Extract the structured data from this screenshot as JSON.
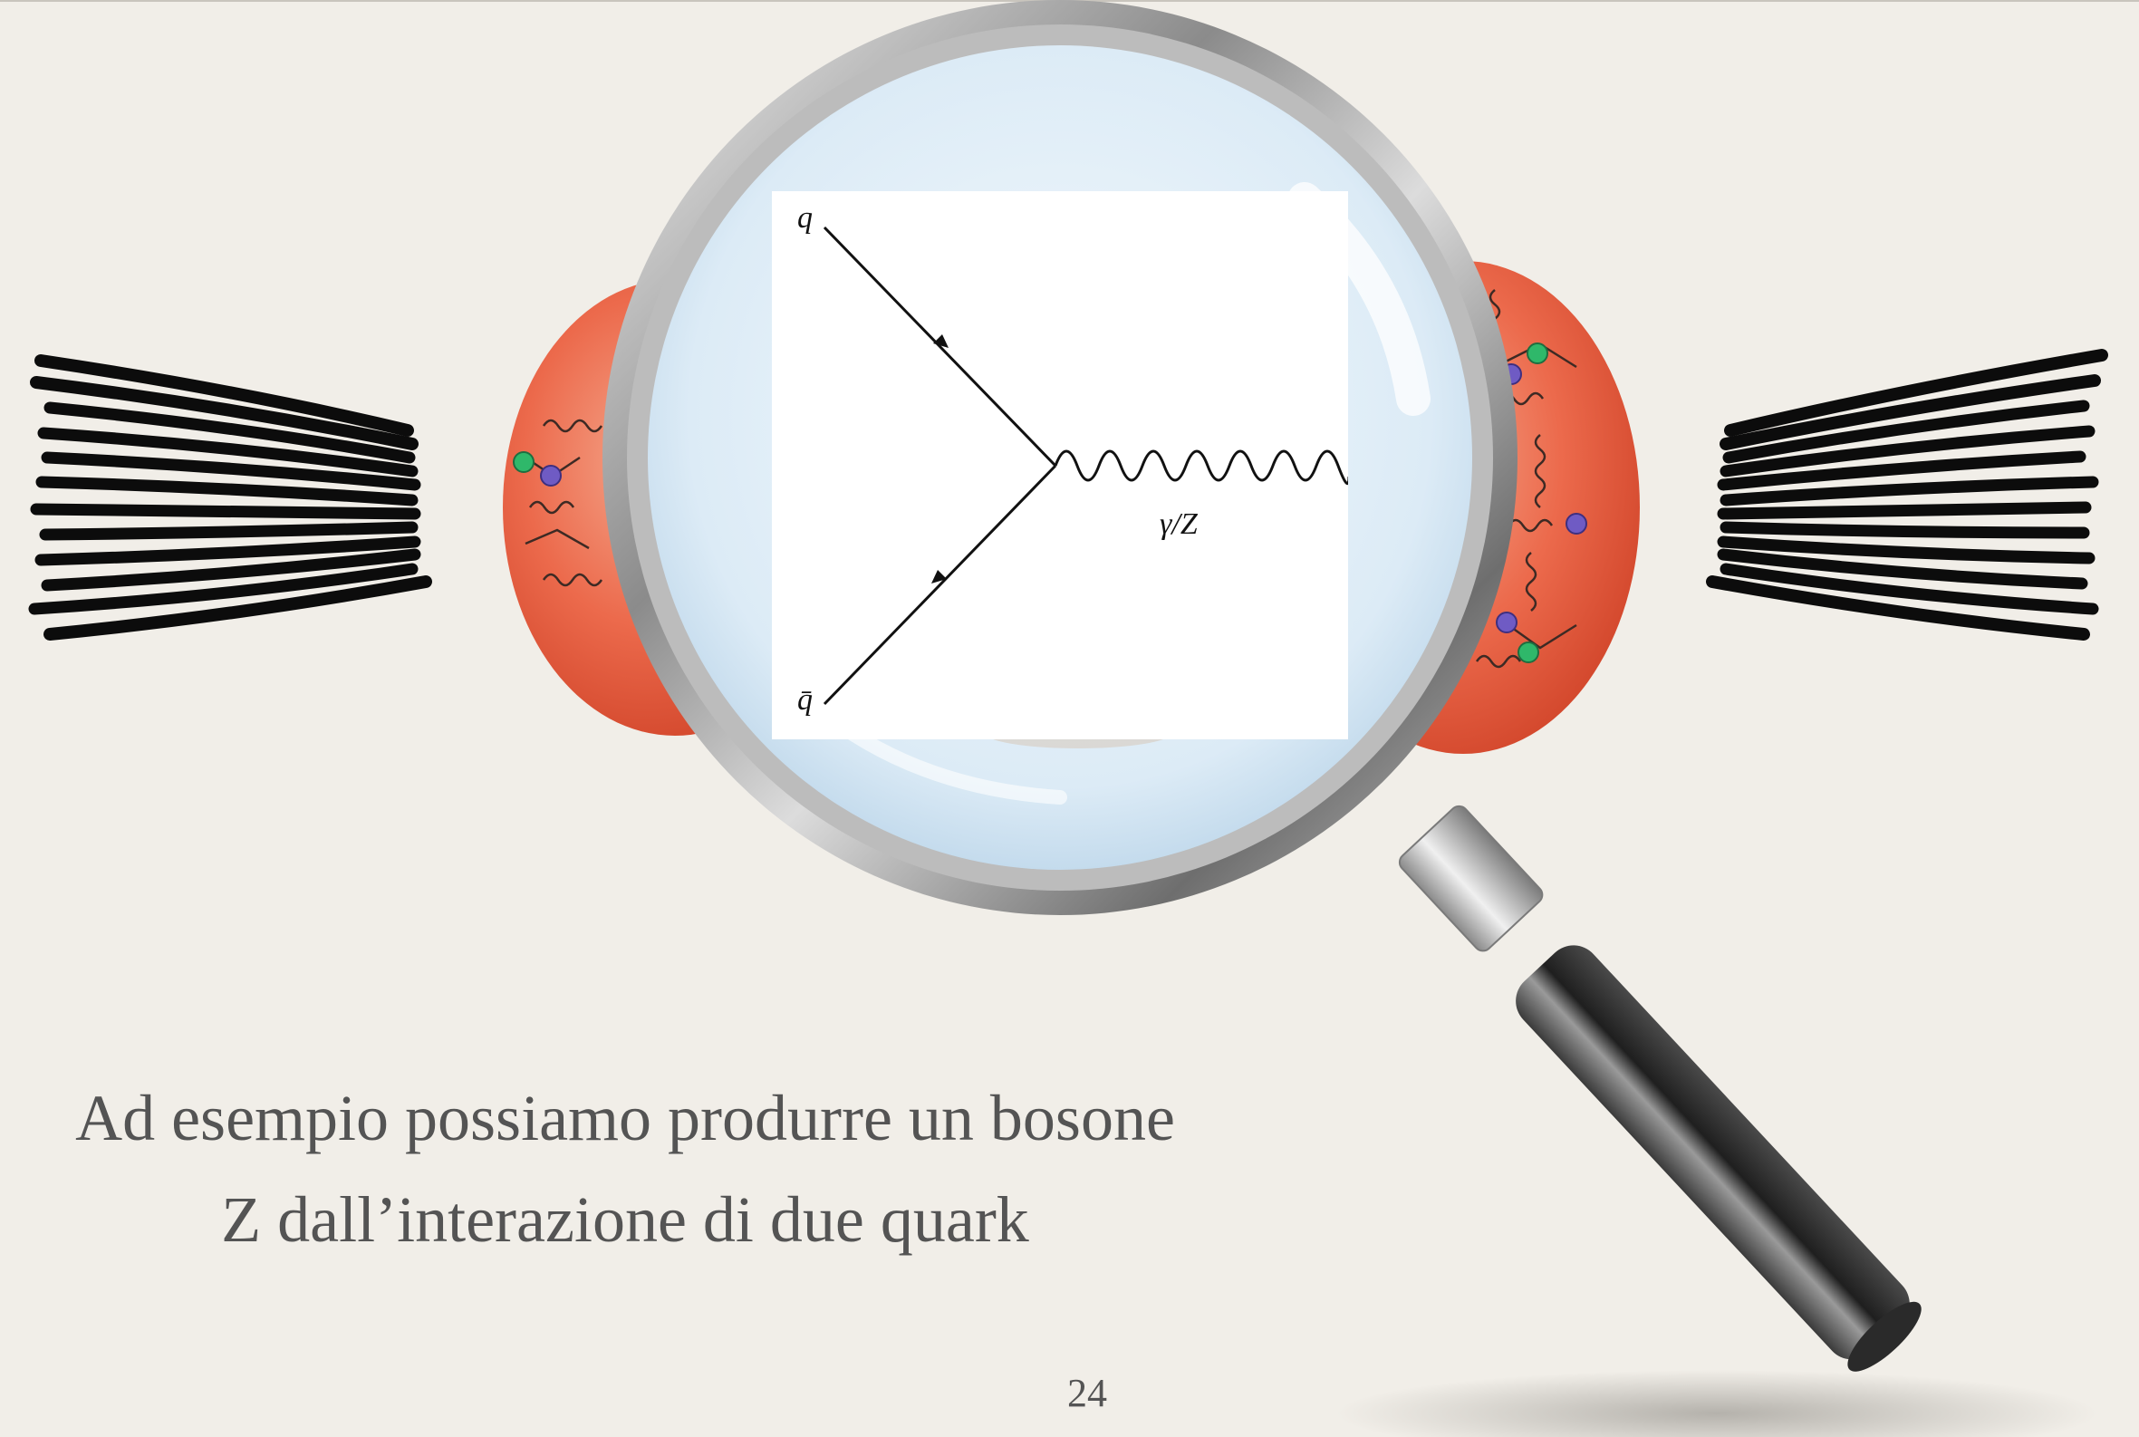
{
  "slide": {
    "caption_line1": "Ad esempio possiamo produrre un bosone",
    "caption_line2": "Z dall’interazione di due quark",
    "page_number": "24"
  },
  "feynman_diagram": {
    "incoming_quark_label": "q",
    "incoming_antiquark_label": "q̄",
    "boson_label": "γ/Z"
  },
  "colors": {
    "background": "#f1eee8",
    "proton": "#ea5a3d",
    "gluon_dot_green": "#2fb86a",
    "gluon_dot_purple": "#6f5bc4",
    "text": "#545454"
  },
  "icons": [
    "magnifying-glass-icon",
    "proton-icon",
    "particle-beam-icon"
  ]
}
